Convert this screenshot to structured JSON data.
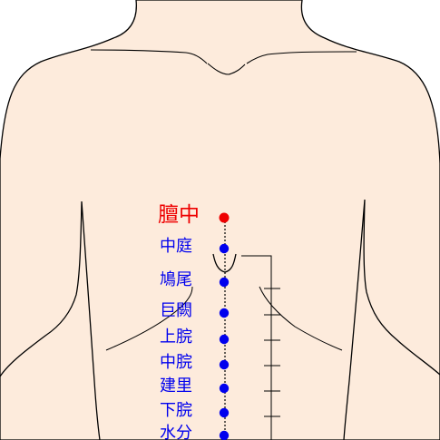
{
  "colors": {
    "skin": "#fdebdc",
    "outline": "#000000",
    "highlight": "#ee0000",
    "point": "#0000ee",
    "background": "#ffffff"
  },
  "points": [
    {
      "id": "danzhong",
      "label": "膻中",
      "highlight": true
    },
    {
      "id": "zhongting",
      "label": "中庭",
      "highlight": false
    },
    {
      "id": "jiuwei",
      "label": "鳩尾",
      "highlight": false
    },
    {
      "id": "juque",
      "label": "巨闕",
      "highlight": false
    },
    {
      "id": "shangwan",
      "label": "上脘",
      "highlight": false
    },
    {
      "id": "zhongwan",
      "label": "中脘",
      "highlight": false
    },
    {
      "id": "jianli",
      "label": "建里",
      "highlight": false
    },
    {
      "id": "xiawan",
      "label": "下脘",
      "highlight": false
    },
    {
      "id": "shuifen",
      "label": "水分",
      "highlight": false
    }
  ]
}
